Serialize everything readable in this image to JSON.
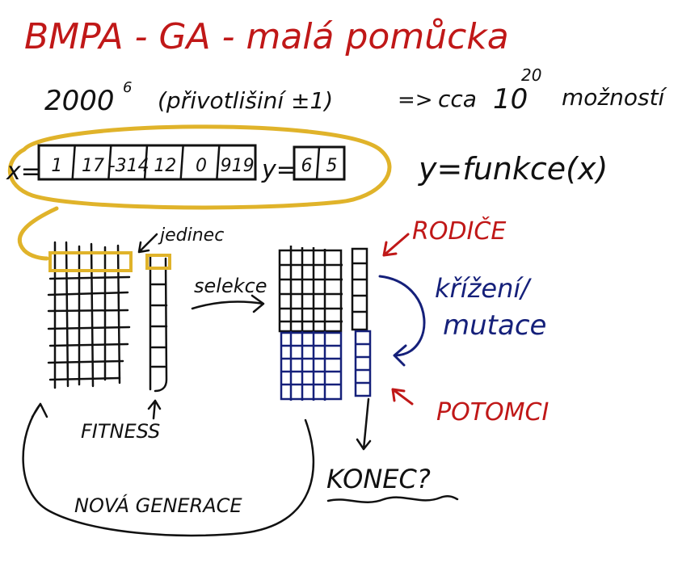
{
  "colors": {
    "black": "#111111",
    "red": "#c01818",
    "blue": "#15207a",
    "yellow": "#e0b32a"
  },
  "title": "BMPA - GA - malá pomůcka",
  "complexity": {
    "base": "2000",
    "exponent": "6",
    "note": "(přivotlišiní ±1)",
    "arrow": "=>",
    "approx": "cca",
    "power_base": "10",
    "power_exp": "20",
    "word": "možností"
  },
  "vector": {
    "x_label": "x=",
    "x_cells": [
      "1",
      "17",
      "-314",
      "12",
      "0",
      "919"
    ],
    "y_label": "y=",
    "y_cells": [
      "6",
      "5"
    ]
  },
  "function_label": "y=funkce(x)",
  "jedinec_label": "jedinec",
  "selekce_label": "selekce",
  "fitness_label": "FITNESS",
  "rodice_label": "RODIČE",
  "krizeni_label": "křížení/",
  "mutace_label": "mutace",
  "potomci_label": "POTOMCI",
  "konec_label": "KONEC?",
  "nova_generace_label": "NOVÁ GENERACE"
}
